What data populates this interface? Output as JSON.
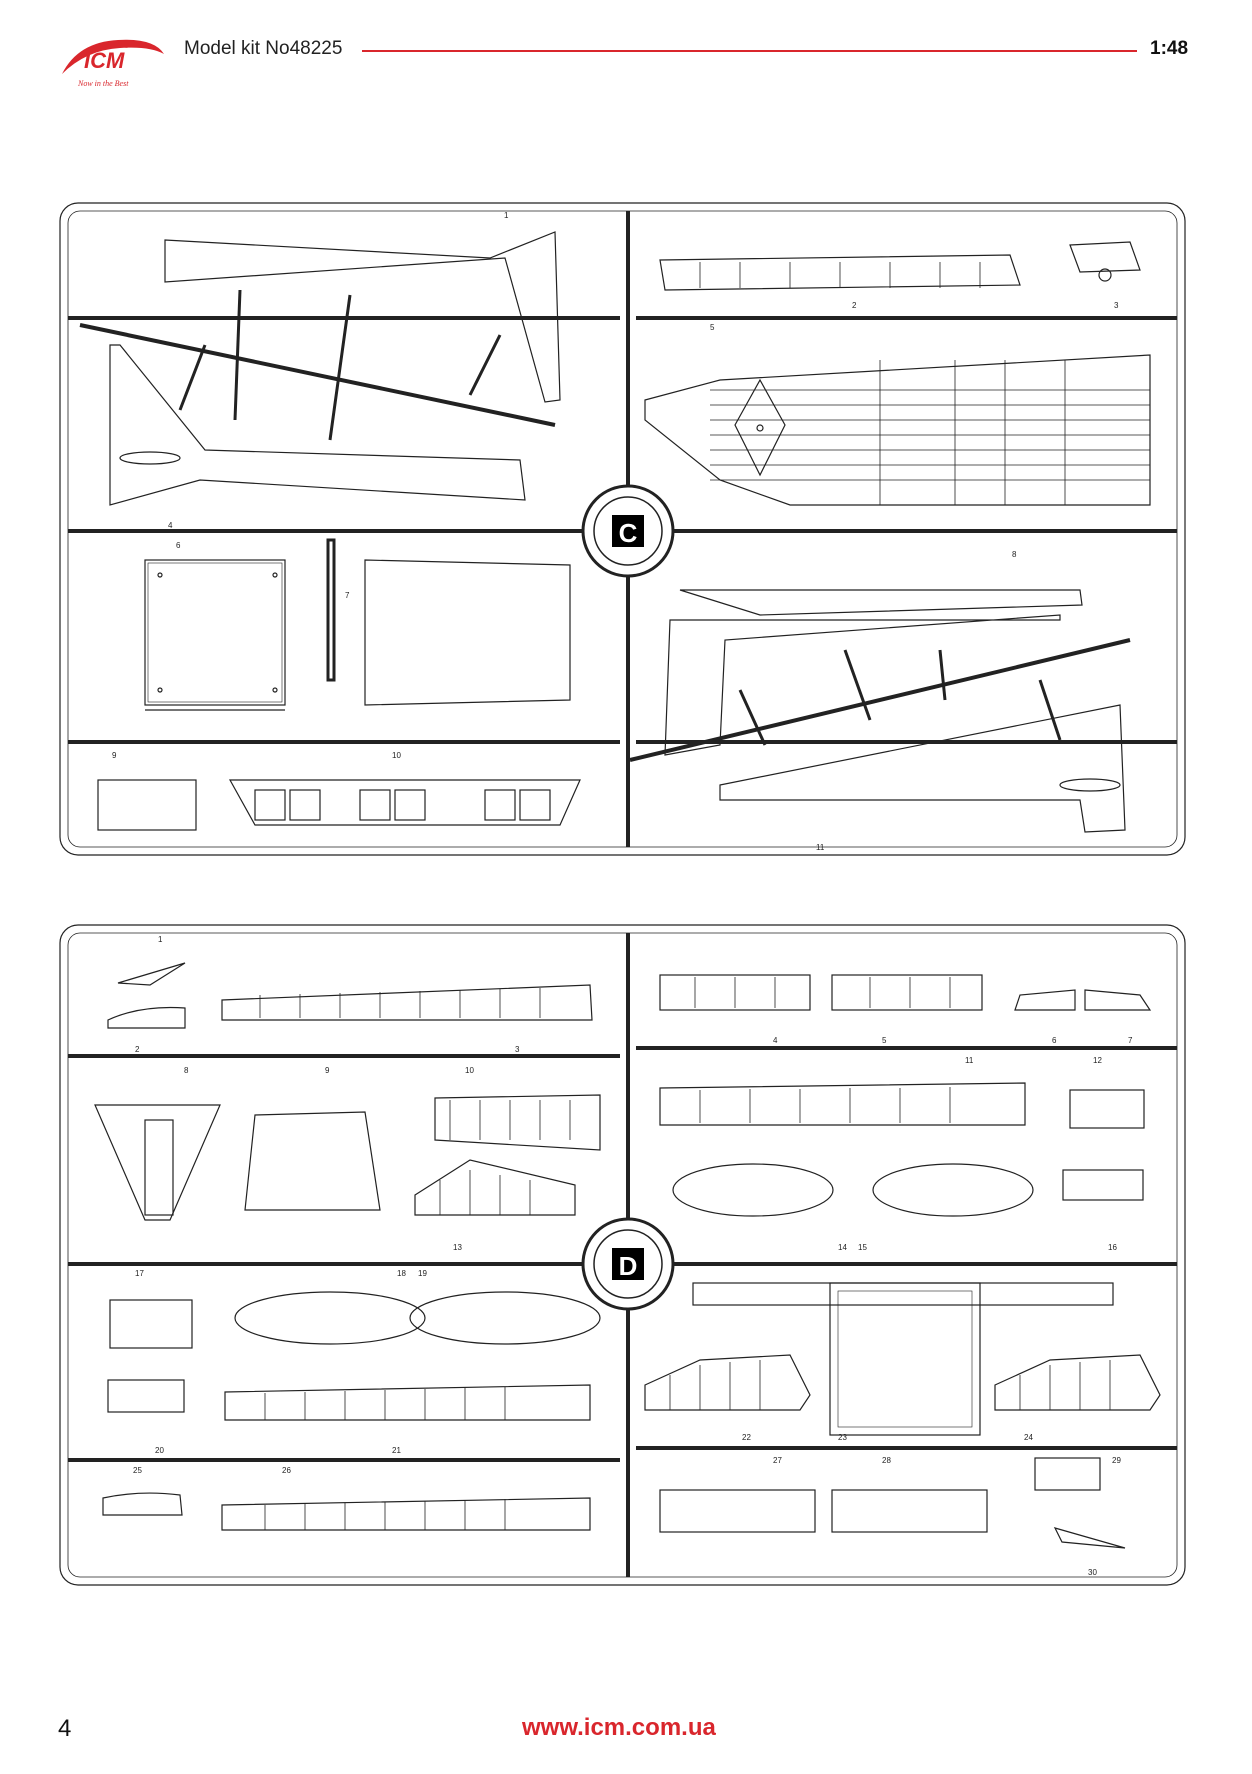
{
  "header": {
    "logo_text": "ICM",
    "logo_tagline": "Now in the Best",
    "kit_title": "Model kit No48225",
    "scale": "1:48"
  },
  "sprues": [
    {
      "letter": "C",
      "part_numbers": [
        "1",
        "2",
        "3",
        "4",
        "5",
        "6",
        "7",
        "8",
        "9",
        "10",
        "11"
      ]
    },
    {
      "letter": "D",
      "part_numbers": [
        "1",
        "2",
        "3",
        "4",
        "5",
        "6",
        "7",
        "8",
        "9",
        "10",
        "11",
        "12",
        "13",
        "14",
        "15",
        "16",
        "17",
        "18",
        "19",
        "20",
        "21",
        "22",
        "23",
        "24",
        "25",
        "26",
        "27",
        "28",
        "29",
        "30"
      ]
    }
  ],
  "footer": {
    "page_number": "4",
    "website": "www.icm.com.ua"
  },
  "colors": {
    "brand_red": "#d9262c",
    "line": "#222222"
  }
}
